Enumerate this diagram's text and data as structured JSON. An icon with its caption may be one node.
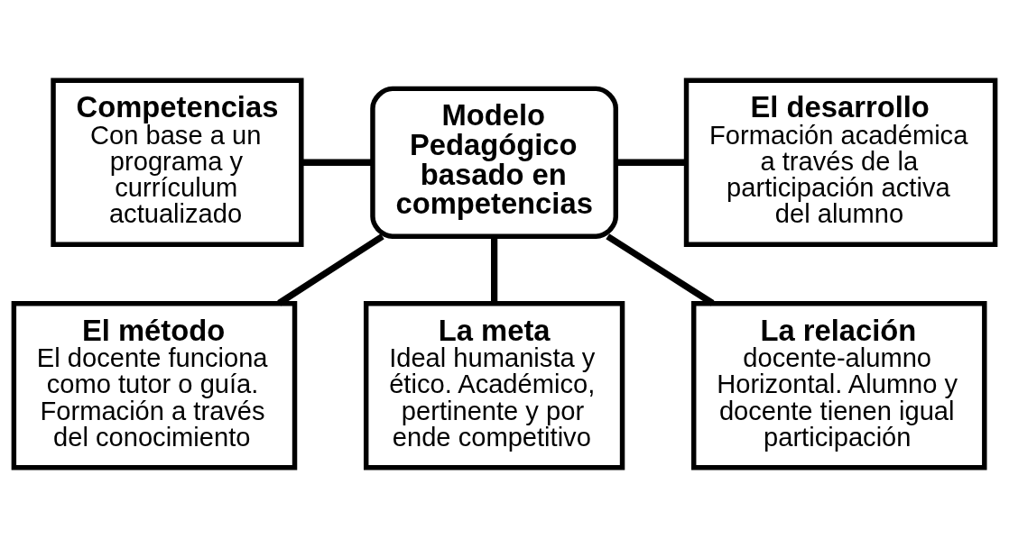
{
  "diagram": {
    "nodes": [
      {
        "text": [
          "El método",
          "El docente funciona como tutor o guía. Formación a través del conocimiento"
        ]
      },
      {
        "text": [
          "La meta",
          "Ideal humanista y ético. Académico, pertinente y por ende competitivo"
        ]
      },
      {
        "text": [
          "La relación",
          "docente-alumno Horizontal. Alumno y docente tienen igual participación"
        ]
      },
      {
        "text": [
          "Modelo Pedagógico basado en competencias"
        ]
      },
      {
        "text": [
          "Competencias",
          "Con base a un programa y currículum actualizado"
        ]
      },
      {
        "text": [
          "El desarrollo",
          "Formación académica a través de la participación activa del alumno"
        ]
      }
    ],
    "edges": [
      {
        "from": 3,
        "to": 0,
        "arrow": "none"
      },
      {
        "from": 3,
        "to": 1,
        "arrow": "none"
      },
      {
        "from": 3,
        "to": 2,
        "arrow": "none"
      },
      {
        "from": 4,
        "to": 3,
        "arrow": "none"
      },
      {
        "from": 3,
        "to": 5,
        "arrow": "none"
      }
    ]
  }
}
